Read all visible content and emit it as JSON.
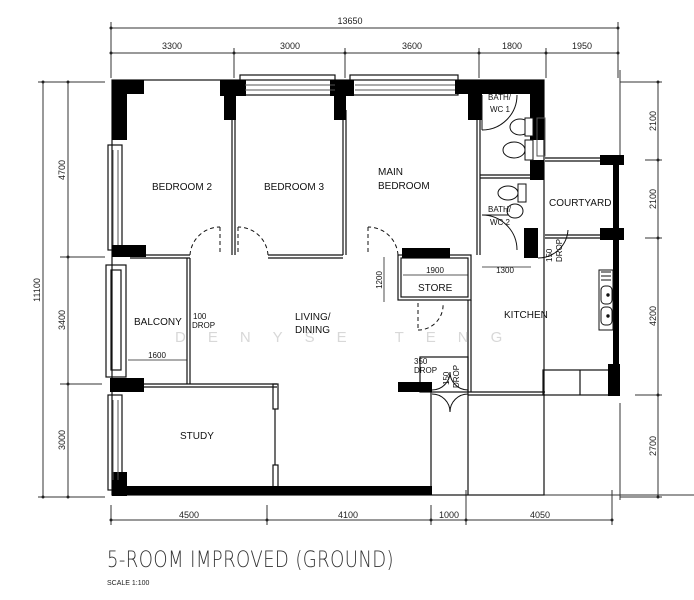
{
  "drawing": {
    "title": "5-ROOM IMPROVED (GROUND)",
    "scale": "SCALE 1:100",
    "watermark": "DENYSE TENG"
  },
  "dimensions": {
    "top_total": "13650",
    "top": [
      "3300",
      "3000",
      "3600",
      "1800",
      "1950"
    ],
    "left_total": "11100",
    "left": [
      "4700",
      "3400",
      "3000"
    ],
    "right": [
      "2100",
      "2100",
      "4200",
      "2700"
    ],
    "bottom": [
      "4500",
      "4100",
      "1000",
      "4050"
    ],
    "internal": {
      "balcony_width": "1600",
      "store_width": "1900",
      "store_depth": "1200",
      "bath2_width": "1300"
    }
  },
  "rooms": {
    "bedroom2": "BEDROOM 2",
    "bedroom3": "BEDROOM 3",
    "main_bedroom_line1": "MAIN",
    "main_bedroom_line2": "BEDROOM",
    "bath1_line1": "BATH/",
    "bath1_line2": "WC  1",
    "bath2_line1": "BATH/",
    "bath2_line2": "WC  2",
    "courtyard": "COURTYARD",
    "balcony": "BALCONY",
    "living_line1": "LIVING/",
    "living_line2": "DINING",
    "store": "STORE",
    "kitchen": "KITCHEN",
    "study": "STUDY"
  },
  "annotations": {
    "balcony_drop_value": "100",
    "balcony_drop_label": "DROP",
    "entry_drop_value": "350",
    "entry_drop_label": "DROP",
    "door_drop_value": "150",
    "door_drop_label": "DROP",
    "courtyard_drop_value": "150",
    "courtyard_drop_label": "DROP"
  }
}
